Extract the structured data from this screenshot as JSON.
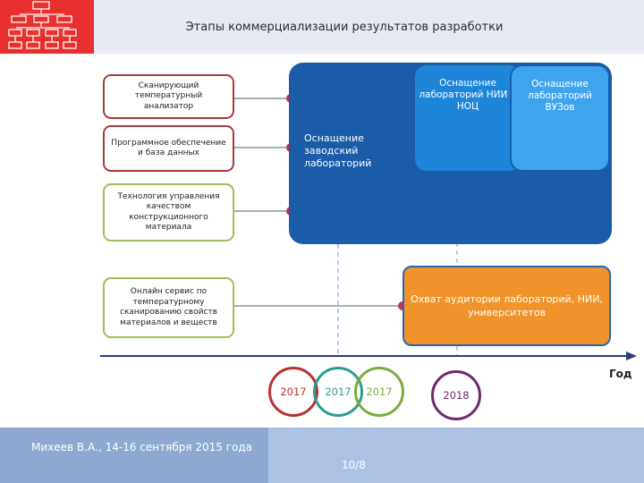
{
  "header": {
    "title": "Этапы коммерциализации результатов разработки"
  },
  "colors": {
    "brand_red": "#e8312f",
    "dark_blue": "#1a5ca8",
    "mid_blue": "#1e86d9",
    "light_blue": "#3fa4ee",
    "orange": "#f0932b",
    "red_border": "#a83a3a",
    "green_border": "#9ec05a"
  },
  "left_boxes": [
    {
      "label": "Сканирующий температурный анализатор"
    },
    {
      "label": "Программное обеспечение и база данных"
    },
    {
      "label": "Технология управления качеством конструкционного материала"
    },
    {
      "label": "Онлайн сервис по температурному сканированию свойств материалов и веществ"
    }
  ],
  "blue_block": {
    "main_label": "Оснащение заводский лабораторий",
    "sub1_label": "Оснащение лабораторий НИИ и НОЦ",
    "sub2_label": "Оснащение лабораторий ВУЗов"
  },
  "orange_block": {
    "label": "Охват аудитории лабораторий, НИИ, университетов"
  },
  "axis": {
    "label": "Год"
  },
  "years": [
    {
      "label": "2017",
      "color": "#b8312f"
    },
    {
      "label": "2017",
      "color": "#2a9c8e"
    },
    {
      "label": "2017",
      "color": "#7cab3d"
    },
    {
      "label": "2018",
      "color": "#6c2a6a"
    }
  ],
  "footer": {
    "author": "Михеев В.А., 14-16 сентября 2015 года",
    "page": "10/8"
  }
}
